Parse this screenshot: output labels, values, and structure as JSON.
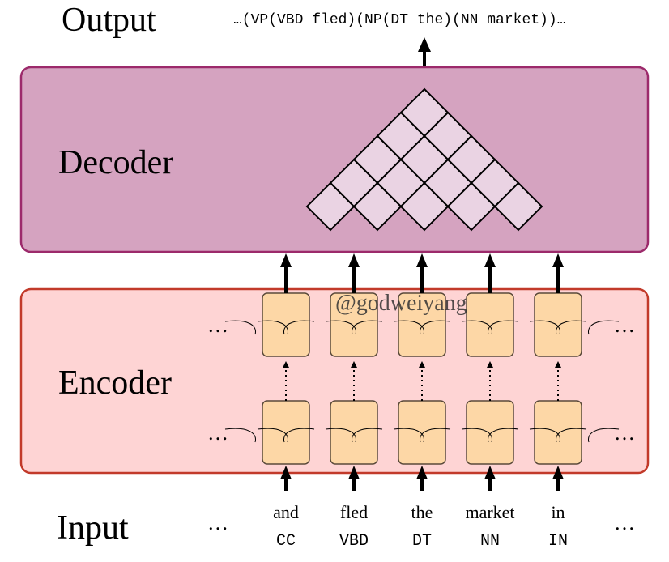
{
  "labels": {
    "output": "Output",
    "decoder": "Decoder",
    "encoder": "Encoder",
    "input": "Input",
    "watermark": "@godweiyang"
  },
  "output_sequence": "…(VP(VBD fled)(NP(DT the)(NN market))…",
  "ellipsis": "…",
  "tokens": [
    {
      "word": "and",
      "tag": "CC"
    },
    {
      "word": "fled",
      "tag": "VBD"
    },
    {
      "word": "the",
      "tag": "DT"
    },
    {
      "word": "market",
      "tag": "NN"
    },
    {
      "word": "in",
      "tag": "IN"
    }
  ],
  "colors": {
    "decoder_fill": "#d5a3c0",
    "decoder_border": "#9c2a6b",
    "encoder_fill": "#fed4d4",
    "encoder_border": "#c23a2a",
    "cell_fill": "#fdd7a6",
    "cell_border": "#5a4a3a",
    "chart_cell_fill": "#ead3e3",
    "arrow": "#000000"
  },
  "chart_grid": {
    "levels": 5
  }
}
